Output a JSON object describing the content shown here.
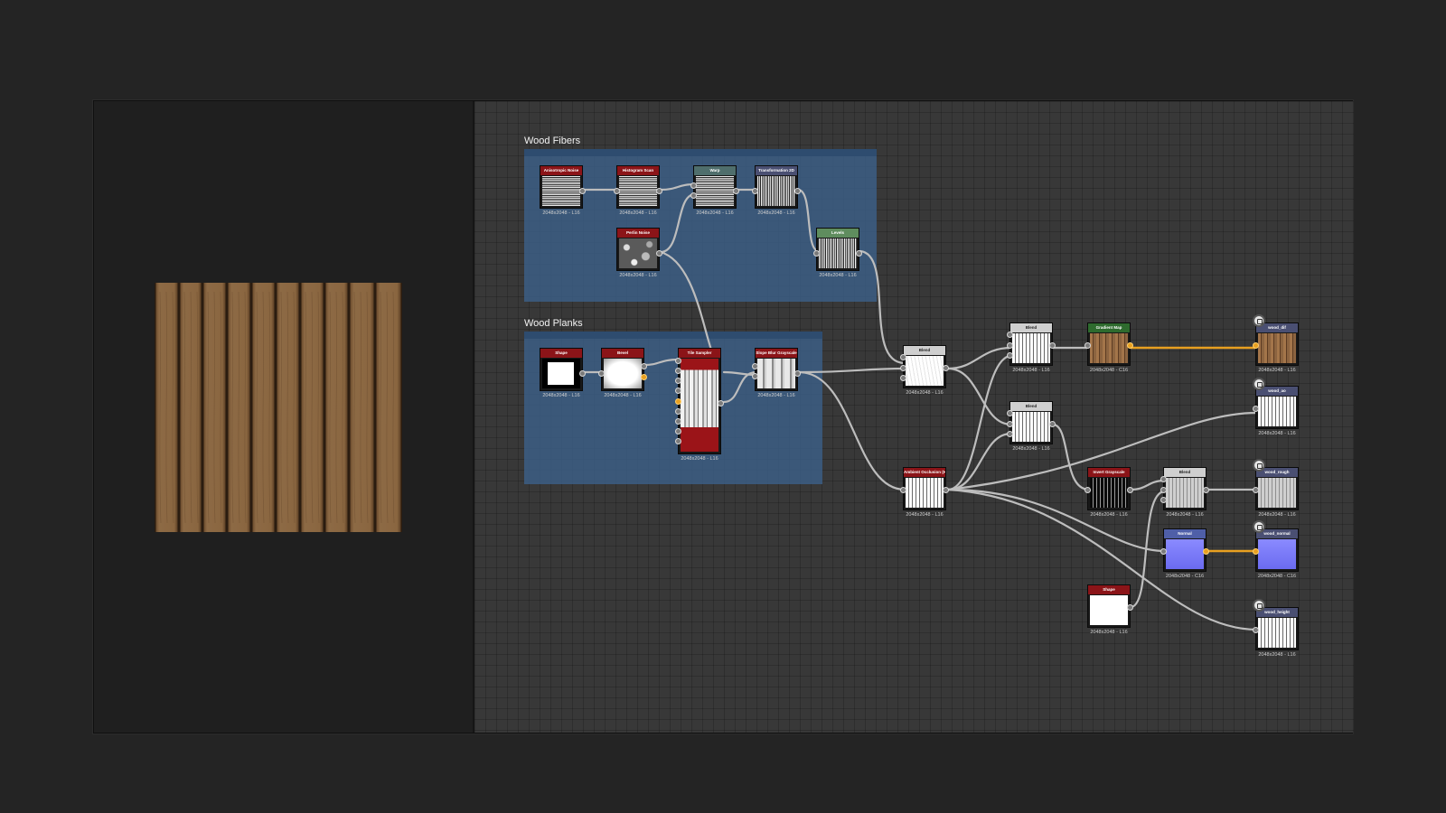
{
  "app": {
    "preview_label": ""
  },
  "frames": [
    {
      "id": "fibers",
      "title": "Wood Fibers"
    },
    {
      "id": "planks",
      "title": "Wood Planks"
    }
  ],
  "resolution": "2048x2048",
  "nodes": [
    {
      "id": "aniso",
      "title": "Anisotropic Noise",
      "info": "2048x2048 - L16",
      "header_color": "#8b1418",
      "thumb": "streaks"
    },
    {
      "id": "histscan",
      "title": "Histogram Scan",
      "info": "2048x2048 - L16",
      "header_color": "#8b1418",
      "thumb": "streaks"
    },
    {
      "id": "warp",
      "title": "Warp",
      "info": "2048x2048 - L16",
      "header_color": "#4f6e6c",
      "thumb": "streaks"
    },
    {
      "id": "transform",
      "title": "Transformation 2D",
      "info": "2048x2048 - L16",
      "header_color": "#4a4f72",
      "thumb": "vstreaks"
    },
    {
      "id": "perlin",
      "title": "Perlin Noise",
      "info": "2048x2048 - L16",
      "header_color": "#8b1418",
      "thumb": "noise"
    },
    {
      "id": "levels",
      "title": "Levels",
      "info": "2048x2048 - L16",
      "header_color": "#5f8d5e",
      "thumb": "vstreaks"
    },
    {
      "id": "shape1",
      "title": "Shape",
      "info": "2048x2048 - L16",
      "header_color": "#8b1418",
      "thumb": "square"
    },
    {
      "id": "bevel",
      "title": "Bevel",
      "info": "2048x2048 - L16",
      "header_color": "#8b1418",
      "thumb": "bevel"
    },
    {
      "id": "tile",
      "title": "Tile Sampler",
      "info": "2048x2048 - L16",
      "header_color": "#8b1418",
      "thumb": "tile"
    },
    {
      "id": "slopeblur",
      "title": "Slope Blur Grayscale",
      "info": "2048x2048 - L16",
      "header_color": "#8b1418",
      "thumb": "planks"
    },
    {
      "id": "blend1",
      "title": "Blend",
      "info": "2048x2048 - L16",
      "header_color": "#cfcfcf",
      "thumb": "whitefiber"
    },
    {
      "id": "ao",
      "title": "Ambient Occlusion (HB...",
      "info": "2048x2048 - L16",
      "header_color": "#8b1418",
      "thumb": "lines"
    },
    {
      "id": "blend2",
      "title": "Blend",
      "info": "2048x2048 - L16",
      "header_color": "#cfcfcf",
      "thumb": "lines"
    },
    {
      "id": "blend3",
      "title": "Blend",
      "info": "2048x2048 - L16",
      "header_color": "#cfcfcf",
      "thumb": "lines"
    },
    {
      "id": "gradmap",
      "title": "Gradient Map",
      "info": "2048x2048 - C16",
      "header_color": "#2e6b2e",
      "thumb": "wood"
    },
    {
      "id": "invert",
      "title": "Invert Grayscale",
      "info": "2048x2048 - L16",
      "header_color": "#8b1418",
      "thumb": "darklines"
    },
    {
      "id": "blend4",
      "title": "Blend",
      "info": "2048x2048 - L16",
      "header_color": "#cfcfcf",
      "thumb": "grey"
    },
    {
      "id": "normal",
      "title": "Normal",
      "info": "2048x2048 - C16",
      "header_color": "#4f5fa8",
      "thumb": "normal"
    },
    {
      "id": "shape2",
      "title": "Shape",
      "info": "2048x2048 - L16",
      "header_color": "#8b1418",
      "thumb": "white"
    },
    {
      "id": "out_diff",
      "title": "wood_dif",
      "info": "2048x2048 - L16",
      "header_color": "#4a4f72",
      "thumb": "wood"
    },
    {
      "id": "out_ao",
      "title": "wood_ao",
      "info": "2048x2048 - L16",
      "header_color": "#4a4f72",
      "thumb": "lines"
    },
    {
      "id": "out_rough",
      "title": "wood_rough",
      "info": "2048x2048 - L16",
      "header_color": "#4a4f72",
      "thumb": "grey"
    },
    {
      "id": "out_normal",
      "title": "wood_normal",
      "info": "2048x2048 - C16",
      "header_color": "#4a4f72",
      "thumb": "normal"
    },
    {
      "id": "out_height",
      "title": "wood_height",
      "info": "2048x2048 - L16",
      "header_color": "#4a4f72",
      "thumb": "lines"
    }
  ],
  "colors": {
    "link": "#bdbdbd",
    "link_color_channel": "#e8a020",
    "frame": "#3b5c82",
    "graph_bg": "#383838",
    "wood": "#8a6440"
  }
}
